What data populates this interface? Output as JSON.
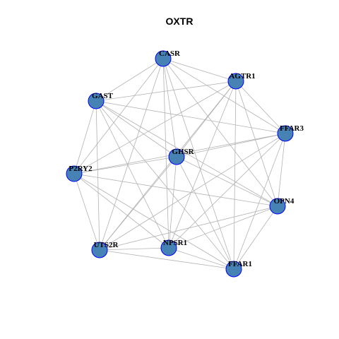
{
  "title": "OXTR",
  "colors": {
    "background": "#ffffff",
    "edge": "#b3b3b3",
    "node_fill": "#4682b4",
    "node_stroke": "#0000ff",
    "label": "#000000"
  },
  "nodes": [
    {
      "id": "CASR",
      "label": "CASR"
    },
    {
      "id": "AGTR1",
      "label": "AGTR1"
    },
    {
      "id": "GAST",
      "label": "GAST"
    },
    {
      "id": "FFAR3",
      "label": "FFAR3"
    },
    {
      "id": "GHSR",
      "label": "GHSR"
    },
    {
      "id": "P2RY2",
      "label": "P2RY2"
    },
    {
      "id": "OPN4",
      "label": "OPN4"
    },
    {
      "id": "NPSR1",
      "label": "NPSR1"
    },
    {
      "id": "UTS2R",
      "label": "UTS2R"
    },
    {
      "id": "FFAR1",
      "label": "FFAR1"
    }
  ],
  "edges": [
    [
      "CASR",
      "AGTR1"
    ],
    [
      "CASR",
      "GAST"
    ],
    [
      "CASR",
      "FFAR3"
    ],
    [
      "CASR",
      "GHSR"
    ],
    [
      "CASR",
      "P2RY2"
    ],
    [
      "CASR",
      "OPN4"
    ],
    [
      "CASR",
      "NPSR1"
    ],
    [
      "CASR",
      "UTS2R"
    ],
    [
      "CASR",
      "FFAR1"
    ],
    [
      "AGTR1",
      "FFAR3"
    ],
    [
      "AGTR1",
      "GHSR"
    ],
    [
      "AGTR1",
      "P2RY2"
    ],
    [
      "AGTR1",
      "OPN4"
    ],
    [
      "AGTR1",
      "NPSR1"
    ],
    [
      "AGTR1",
      "UTS2R"
    ],
    [
      "AGTR1",
      "FFAR1"
    ],
    [
      "AGTR1",
      "GAST"
    ],
    [
      "GAST",
      "FFAR3"
    ],
    [
      "GAST",
      "GHSR"
    ],
    [
      "GAST",
      "P2RY2"
    ],
    [
      "GAST",
      "UTS2R"
    ],
    [
      "GAST",
      "NPSR1"
    ],
    [
      "GAST",
      "FFAR1"
    ],
    [
      "GAST",
      "OPN4"
    ],
    [
      "FFAR3",
      "GHSR"
    ],
    [
      "FFAR3",
      "P2RY2"
    ],
    [
      "FFAR3",
      "OPN4"
    ],
    [
      "FFAR3",
      "UTS2R"
    ],
    [
      "FFAR3",
      "FFAR1"
    ],
    [
      "FFAR3",
      "NPSR1"
    ],
    [
      "GHSR",
      "P2RY2"
    ],
    [
      "GHSR",
      "OPN4"
    ],
    [
      "GHSR",
      "NPSR1"
    ],
    [
      "GHSR",
      "UTS2R"
    ],
    [
      "GHSR",
      "FFAR1"
    ],
    [
      "P2RY2",
      "OPN4"
    ],
    [
      "P2RY2",
      "NPSR1"
    ],
    [
      "P2RY2",
      "UTS2R"
    ],
    [
      "P2RY2",
      "FFAR1"
    ],
    [
      "OPN4",
      "UTS2R"
    ],
    [
      "OPN4",
      "NPSR1"
    ],
    [
      "OPN4",
      "FFAR1"
    ],
    [
      "UTS2R",
      "NPSR1"
    ],
    [
      "UTS2R",
      "FFAR1"
    ],
    [
      "NPSR1",
      "FFAR1"
    ]
  ]
}
